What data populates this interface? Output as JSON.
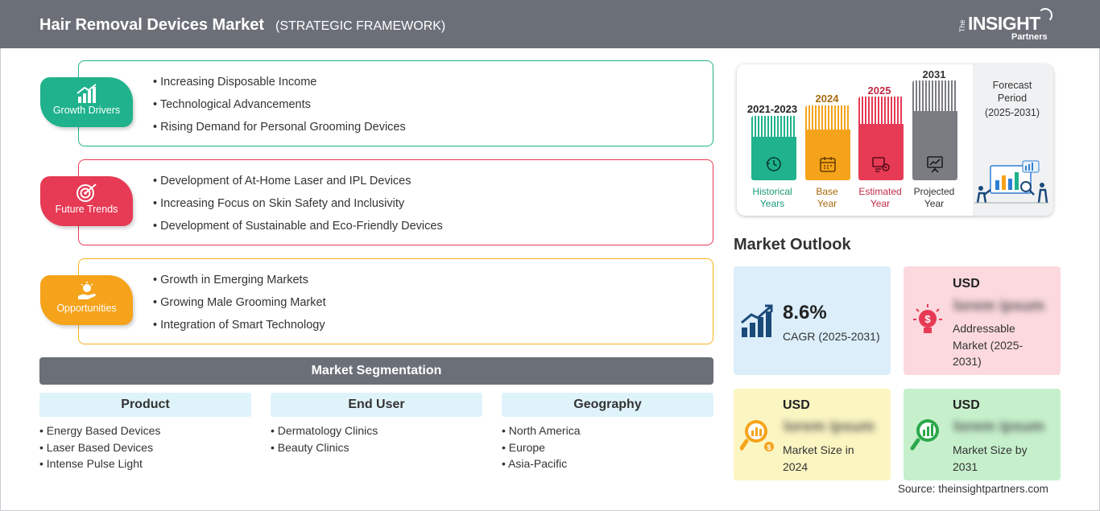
{
  "header": {
    "title": "Hair Removal Devices Market",
    "subtitle": "(STRATEGIC FRAMEWORK)",
    "logo": {
      "the": "The",
      "insight": "INSIGHT",
      "partners": "Partners"
    }
  },
  "framework": [
    {
      "label": "Growth Drivers",
      "color": "#1fb28c",
      "items": [
        "Increasing Disposable Income",
        "Technological Advancements",
        "Rising Demand for Personal Grooming Devices"
      ]
    },
    {
      "label": "Future Trends",
      "color": "#e63a55",
      "items": [
        "Development of At-Home Laser and IPL Devices",
        "Increasing Focus on Skin Safety and Inclusivity",
        "Development of Sustainable and Eco-Friendly Devices"
      ]
    },
    {
      "label": "Opportunities",
      "color": "#f5a31a",
      "items": [
        "Growth in Emerging Markets",
        "Growing Male Grooming Market",
        "Integration of Smart Technology"
      ]
    }
  ],
  "segmentation": {
    "title": "Market Segmentation",
    "columns": [
      {
        "head": "Product",
        "items": [
          "Energy Based Devices",
          "Laser Based Devices",
          "Intense Pulse Light"
        ]
      },
      {
        "head": "End User",
        "items": [
          "Dermatology Clinics",
          "Beauty Clinics"
        ]
      },
      {
        "head": "Geography",
        "items": [
          "North America",
          "Europe",
          "Asia-Pacific"
        ]
      }
    ]
  },
  "timeline": {
    "bars": [
      {
        "year": "2021-2023",
        "label1": "Historical",
        "label2": "Years",
        "color": "#1fb28c",
        "year_color": "#1a9a78"
      },
      {
        "year": "2024",
        "label1": "Base",
        "label2": "Year",
        "color": "#f5a31a",
        "year_color": "#a8690a"
      },
      {
        "year": "2025",
        "label1": "Estimated",
        "label2": "Year",
        "color": "#e63a55",
        "year_color": "#c02a42"
      },
      {
        "year": "2031",
        "label1": "Projected",
        "label2": "Year",
        "color": "#7a7c82",
        "year_color": "#333333"
      }
    ],
    "forecast": {
      "line1": "Forecast",
      "line2": "Period",
      "line3": "(2025-2031)"
    }
  },
  "outlook": {
    "title": "Market Outlook",
    "cagr": {
      "value": "8.6%",
      "label": "CAGR (2025-2031)",
      "bg": "#dbeefa"
    },
    "addressable": {
      "usd": "USD",
      "value": "lorem ipsum",
      "label_lines": [
        "Addressable",
        "Market (2025-",
        "2031)"
      ],
      "bg": "#fbd9de"
    },
    "size2024": {
      "usd": "USD",
      "value": "lorem ipsum",
      "label_lines": [
        "Market Size in",
        "2024"
      ],
      "bg": "#fbf5c2"
    },
    "size2031": {
      "usd": "USD",
      "value": "lorem ipsum",
      "label_lines": [
        "Market Size by",
        "2031"
      ],
      "bg": "#c6f0cc"
    }
  },
  "source": "Source: theinsightpartners.com"
}
